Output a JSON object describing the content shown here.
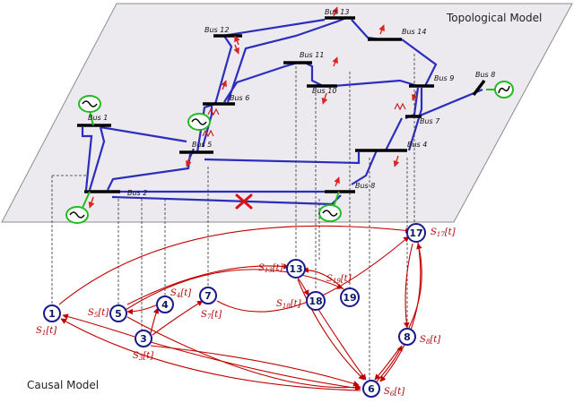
{
  "titles": {
    "topological": "Topological Model",
    "causal": "Causal Model"
  },
  "buses": {
    "bus1": "Bus 1",
    "bus2": "Bus 2",
    "bus4": "Bus 4",
    "bus5": "Bus 5",
    "bus6": "Bus 6",
    "bus7": "Bus 7",
    "bus8_right": "Bus 8",
    "bus8": "Bus 8",
    "bus9": "Bus 9",
    "bus10": "Bus 10",
    "bus11": "Bus 11",
    "bus12": "Bus 12",
    "bus13": "Bus 13",
    "bus14": "Bus 14"
  },
  "nodes": [
    {
      "id": "1",
      "label": "S",
      "sub": "1",
      "suffix": "[t]"
    },
    {
      "id": "3",
      "label": "S",
      "sub": "3",
      "suffix": "[t]"
    },
    {
      "id": "4",
      "label": "S",
      "sub": "4",
      "suffix": "[t]"
    },
    {
      "id": "5",
      "label": "S",
      "sub": "5",
      "suffix": "[t]"
    },
    {
      "id": "6",
      "label": "S",
      "sub": "6",
      "suffix": "[t]"
    },
    {
      "id": "7",
      "label": "S",
      "sub": "7",
      "suffix": "[t]"
    },
    {
      "id": "8",
      "label": "S",
      "sub": "8",
      "suffix": "[t]"
    },
    {
      "id": "13",
      "label": "S",
      "sub": "13",
      "suffix": "[t]"
    },
    {
      "id": "17",
      "label": "S",
      "sub": "17",
      "suffix": "[t]"
    },
    {
      "id": "18",
      "label": "S",
      "sub": "18",
      "suffix": "[t]"
    },
    {
      "id": "19",
      "label": "S",
      "sub": "19",
      "suffix": "[t]"
    }
  ],
  "colors": {
    "plane_fill": "#ece9ef",
    "line_blue": "#2b2dbd",
    "causal_red": "#c00000",
    "node_stroke": "#1a1a8c",
    "generator": "#22bb22",
    "fault": "#dd1111"
  }
}
